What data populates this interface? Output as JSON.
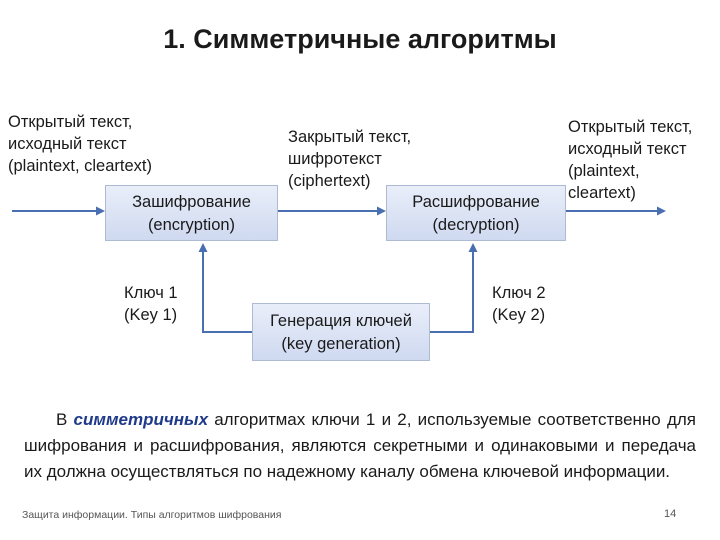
{
  "title": "1. Симметричные алгоритмы",
  "labels": {
    "plaintext_left": "Открытый текст,\nисходный текст\n(plaintext, cleartext)",
    "ciphertext": "Закрытый текст,\nшифротекст\n(ciphertext)",
    "plaintext_right": "Открытый текст,\nисходный текст\n(plaintext,\ncleartext)",
    "key1": "Ключ 1\n(Key 1)",
    "key2": "Ключ 2\n(Key 2)"
  },
  "boxes": {
    "encryption": "Зашифрование\n(encryption)",
    "decryption": "Расшифрование\n(decryption)",
    "keygen": "Генерация ключей\n(key generation)"
  },
  "note": {
    "prefix": "В ",
    "emphasis": "симметричных",
    "rest": " алгоритмах ключи 1 и 2, используемые соответственно для шифрования и расшифрования, являются секретными  и одинаковыми и передача их должна осуществляться по надежному каналу обмена ключевой информации."
  },
  "footer": {
    "left": "Защита информации. Типы алгоритмов шифрования",
    "page_number": "14"
  },
  "colors": {
    "arrow": "#4a6fb0",
    "box_top": "#e9eef9",
    "box_bottom": "#cfd9f0",
    "emphasis": "#1f3a8a"
  }
}
